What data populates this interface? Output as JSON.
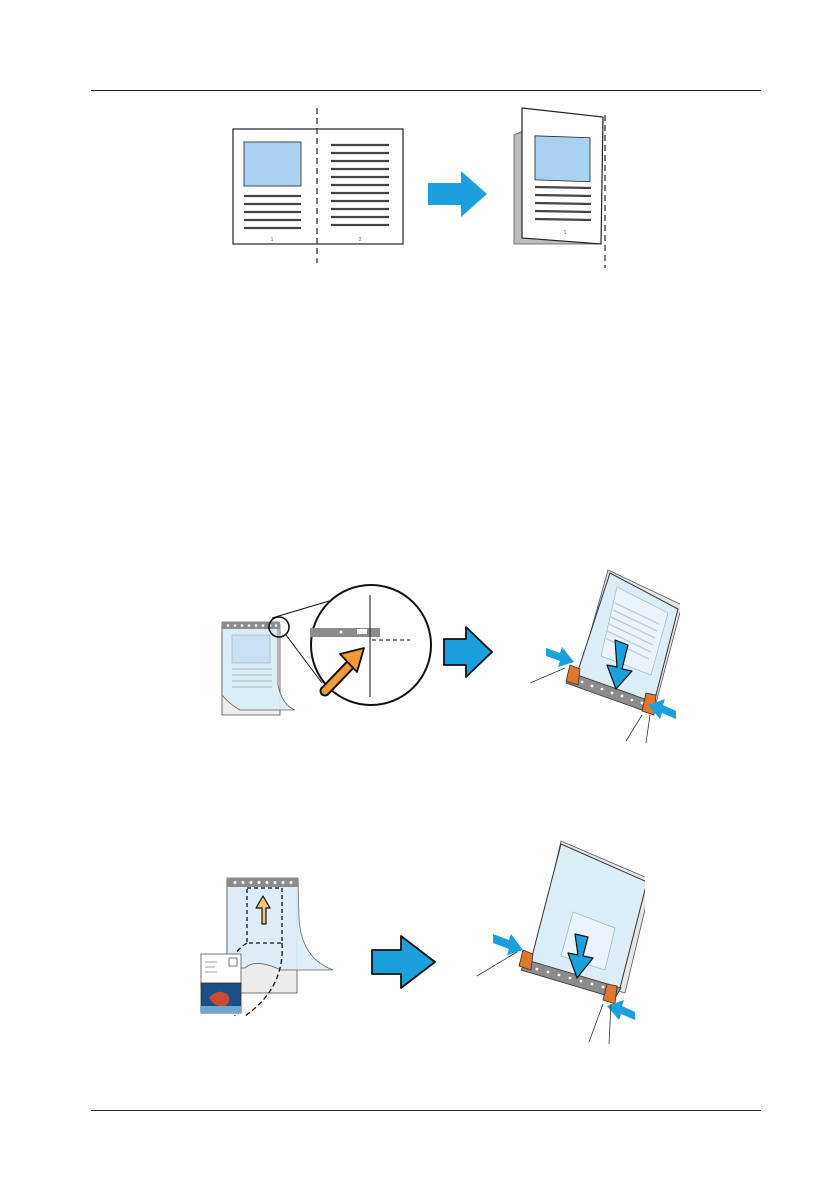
{
  "figure1": {
    "left_page_number": "1",
    "right_page_number": "2",
    "result_page_number": "1"
  },
  "colors": {
    "image_blue": "#a9d2f0",
    "arrow_blue": "#1aa0dc",
    "guide_orange": "#e2762b",
    "cursor_orange": "#f39a36",
    "sheet_blue": "#dcedf8",
    "header_gray": "#8c8c8c"
  },
  "icons": [
    "right-arrow-icon",
    "down-arrow-icon",
    "up-arrow-icon",
    "diagonal-arrow-icon"
  ]
}
